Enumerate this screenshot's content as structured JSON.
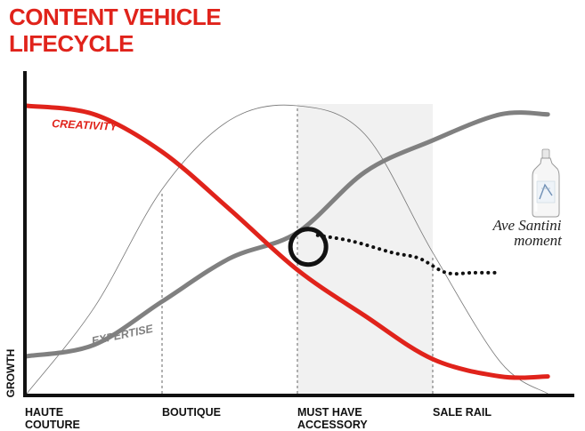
{
  "chart_data": {
    "type": "line",
    "title_lines": [
      "CONTENT VEHICLE",
      "LIFECYCLE"
    ],
    "ylabel": "GROWTH",
    "categories": [
      {
        "lines": [
          "HAUTE",
          "COUTURE"
        ],
        "x": 0
      },
      {
        "lines": [
          "BOUTIQUE"
        ],
        "x": 1
      },
      {
        "lines": [
          "MUST HAVE",
          "ACCESSORY"
        ],
        "x": 2
      },
      {
        "lines": [
          "SALE RAIL"
        ],
        "x": 3
      }
    ],
    "xlim": [
      0,
      3.9
    ],
    "ylim": [
      0,
      100
    ],
    "series": [
      {
        "name": "CREATIVITY",
        "color": "#e0231b",
        "x": [
          0,
          0.5,
          1,
          1.5,
          2,
          2.5,
          3,
          3.5,
          3.85
        ],
        "y": [
          100,
          97,
          84,
          64,
          43,
          27,
          12,
          6,
          6
        ]
      },
      {
        "name": "EXPERTISE",
        "color": "#808080",
        "x": [
          0,
          0.5,
          1,
          1.5,
          2,
          2.5,
          3,
          3.5,
          3.85
        ],
        "y": [
          13,
          17,
          32,
          47,
          56,
          77,
          88,
          97,
          97
        ]
      }
    ],
    "bell_curve": {
      "color": "#777777",
      "x": [
        0,
        0.5,
        1,
        1.5,
        2,
        2.5,
        3,
        3.5,
        3.85
      ],
      "y": [
        0,
        30,
        71,
        95,
        100,
        90,
        49,
        11,
        0
      ]
    },
    "shaded_region": {
      "from": 2,
      "to": 3,
      "color": "#f1f1f1"
    },
    "vertical_markers": [
      1,
      2,
      3
    ],
    "intersection": {
      "x": 2.08,
      "y": 51
    },
    "annotation": {
      "lines": [
        "Ave Santini",
        "moment"
      ],
      "icon": "bottle-icon",
      "path_x": [
        2.15,
        2.4,
        2.7,
        2.9,
        3.1,
        3.3,
        3.5
      ],
      "path_y": [
        55,
        53,
        49,
        47,
        42,
        42,
        42
      ]
    }
  }
}
